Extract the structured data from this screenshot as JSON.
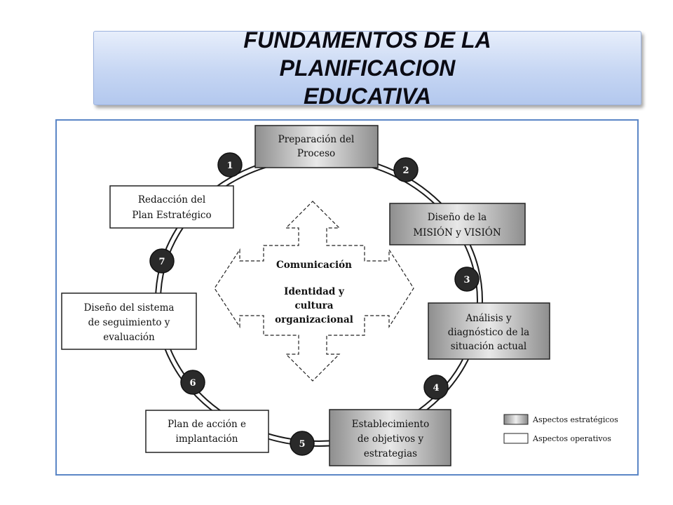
{
  "title": {
    "line1": "FUNDAMENTOS DE LA PLANIFICACION",
    "line2": "EDUCATIVA"
  },
  "colors": {
    "banner_top": "#e7eefb",
    "banner_bottom": "#b3c8ee",
    "frame_border": "#5b86c6",
    "strategic_fill": "#b0b0b0",
    "operative_fill": "#ffffff",
    "step_circle": "#2a2a2a"
  },
  "steps": {
    "s1": "1",
    "s2": "2",
    "s3": "3",
    "s4": "4",
    "s5": "5",
    "s6": "6",
    "s7": "7"
  },
  "boxes": {
    "preparacion": [
      "Preparación del",
      "Proceso"
    ],
    "mision": [
      "Diseño de la",
      "MISIÓN y VISIÓN"
    ],
    "analisis": [
      "Análisis y",
      "diagnóstico de la",
      "situación actual"
    ],
    "objetivos": [
      "Establecimiento",
      "de objetivos y",
      "estrategias"
    ],
    "plan_accion": [
      "Plan de acción e",
      "implantación"
    ],
    "seguimiento": [
      "Diseño del sistema",
      "de seguimiento y",
      "evaluación"
    ],
    "redaccion": [
      "Redacción del",
      "Plan Estratégico"
    ]
  },
  "center": {
    "line1": "Comunicación",
    "line2": "Identidad y",
    "line3": "cultura",
    "line4": "organizacional"
  },
  "legend": {
    "strategic": "Aspectos estratégicos",
    "operative": "Aspectos operativos"
  }
}
